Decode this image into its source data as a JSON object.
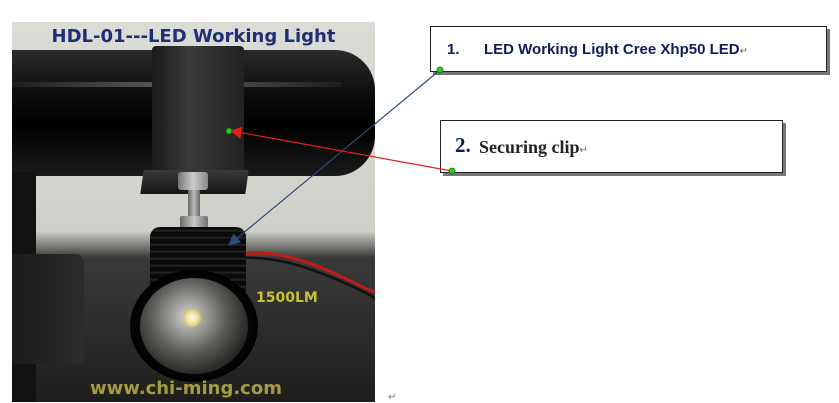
{
  "photo": {
    "title": "HDL-01---LED Working Light",
    "lumen_label": "1500LM",
    "website": "www.chi-ming.com"
  },
  "callouts": [
    {
      "number": "1.",
      "label": "LED Working Light Cree Xhp50 LED",
      "mark": "↵"
    },
    {
      "number": "2.",
      "label": "Securing clip",
      "mark": "↵"
    }
  ],
  "stray_mark": "↵",
  "colors": {
    "arrow_1": "#2d4a7a",
    "arrow_2": "#e0201e",
    "endpoint": "#22cc22",
    "callout_text": "#0c1e5b"
  }
}
